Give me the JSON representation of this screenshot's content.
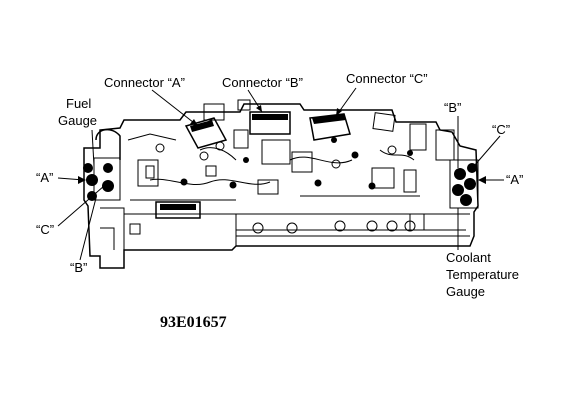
{
  "diagram": {
    "figure_id": "93E01657",
    "labels": {
      "connector_a": "Connector “A”",
      "connector_b": "Connector “B”",
      "connector_c": "Connector “C”",
      "fuel_gauge_line1": "Fuel",
      "fuel_gauge_line2": "Gauge",
      "left_a": "“A”",
      "left_c": "“C”",
      "left_b": "“B”",
      "right_b": "“B”",
      "right_c": "“C”",
      "right_a": "“A”",
      "coolant_line1": "Coolant",
      "coolant_line2": "Temperature",
      "coolant_line3": "Gauge"
    }
  },
  "colors": {
    "ink": "#000000",
    "background": "#ffffff"
  }
}
